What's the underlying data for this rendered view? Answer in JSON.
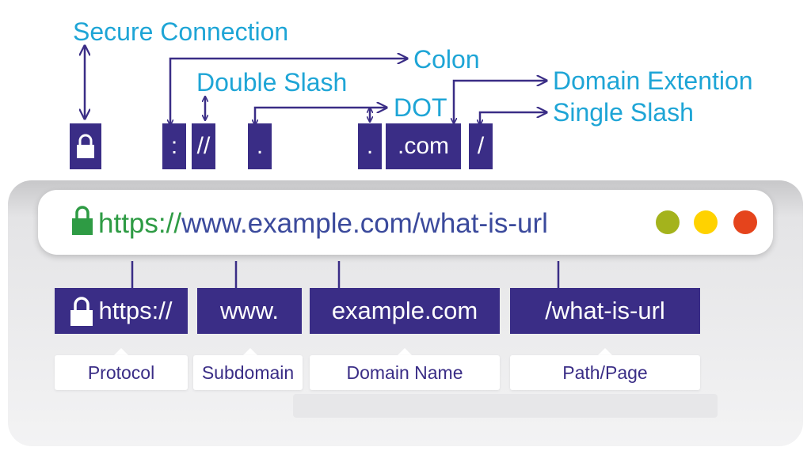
{
  "labels": {
    "secure_connection": "Secure Connection",
    "colon": "Colon",
    "double_slash": "Double Slash",
    "dot": "DOT",
    "domain_extention": "Domain Extention",
    "single_slash": "Single Slash"
  },
  "top_boxes": {
    "colon": ":",
    "double_slash": "//",
    "dot_1": ".",
    "dot_2": ".",
    "com": ".com",
    "slash": "/"
  },
  "url_bar": {
    "scheme": "https://",
    "rest": "www.example.com/what-is-url"
  },
  "window_dots": {
    "colors": [
      "#a4b31c",
      "#ffd200",
      "#e5441c"
    ]
  },
  "segments": {
    "protocol": "https://",
    "subdomain": "www.",
    "domain": "example.com",
    "path": "/what-is-url"
  },
  "captions": {
    "protocol": "Protocol",
    "subdomain": "Subdomain",
    "domain": "Domain Name",
    "path": "Path/Page"
  },
  "colors": {
    "navy": "#3a2d86",
    "cyan": "#1ea5d6",
    "lock_green": "#2e9b44",
    "url_blue": "#3b4a9c"
  }
}
